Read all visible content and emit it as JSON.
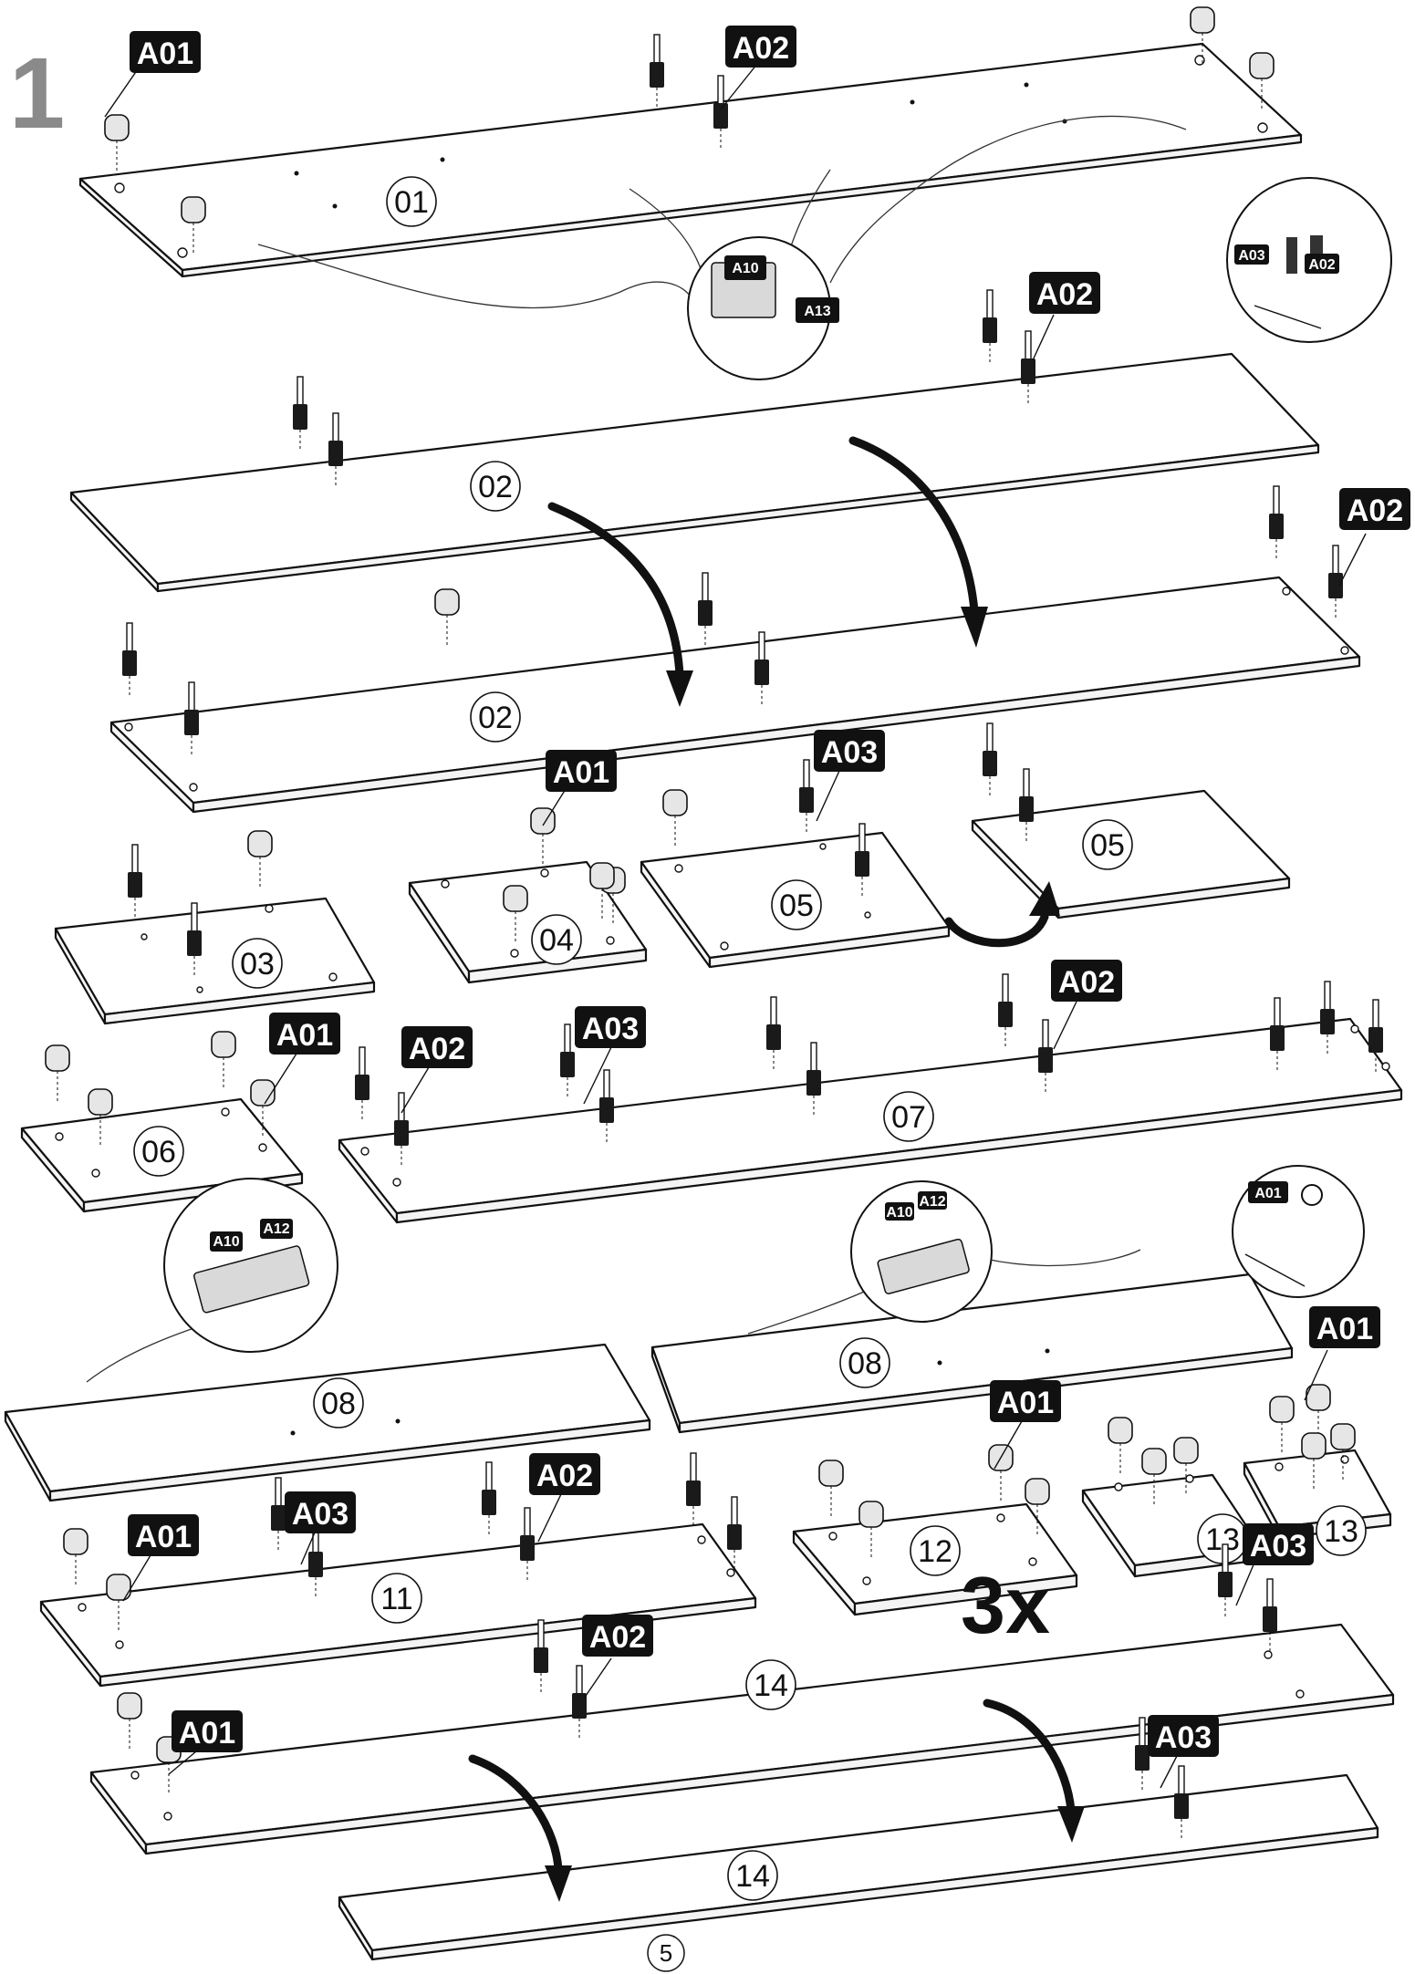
{
  "step_number": "1",
  "multiplier": "3x",
  "page_number": "5",
  "part_labels": [
    "01",
    "02",
    "02",
    "03",
    "04",
    "05",
    "05",
    "06",
    "07",
    "08",
    "08",
    "11",
    "12",
    "13",
    "13",
    "14",
    "14"
  ],
  "hardware_tags": [
    "A01",
    "A02",
    "A03",
    "A10",
    "A12",
    "A13"
  ],
  "callouts": [
    {
      "text": "A01"
    },
    {
      "text": "A02"
    },
    {
      "text": "A02"
    },
    {
      "text": "A02"
    },
    {
      "text": "A01"
    },
    {
      "text": "A03"
    },
    {
      "text": "A01"
    },
    {
      "text": "A02"
    },
    {
      "text": "A03"
    },
    {
      "text": "A02"
    },
    {
      "text": "A01"
    },
    {
      "text": "A01"
    },
    {
      "text": "A01"
    },
    {
      "text": "A03"
    },
    {
      "text": "A02"
    },
    {
      "text": "A02"
    },
    {
      "text": "A01"
    },
    {
      "text": "A03"
    },
    {
      "text": "A03"
    }
  ],
  "details": {
    "hinge_top": {
      "screw": "A10",
      "hinge": "A13"
    },
    "dowel_detail": {
      "left": "A03",
      "right": "A02"
    },
    "cam_detail": {
      "tag": "A01"
    },
    "hinge_left": {
      "screw": "A10",
      "hinge": "A12"
    },
    "hinge_right": {
      "screw": "A10",
      "hinge": "A12"
    }
  },
  "colors": {
    "ink": "#111111",
    "step_gray": "#8a8a8a",
    "paper": "#ffffff"
  }
}
